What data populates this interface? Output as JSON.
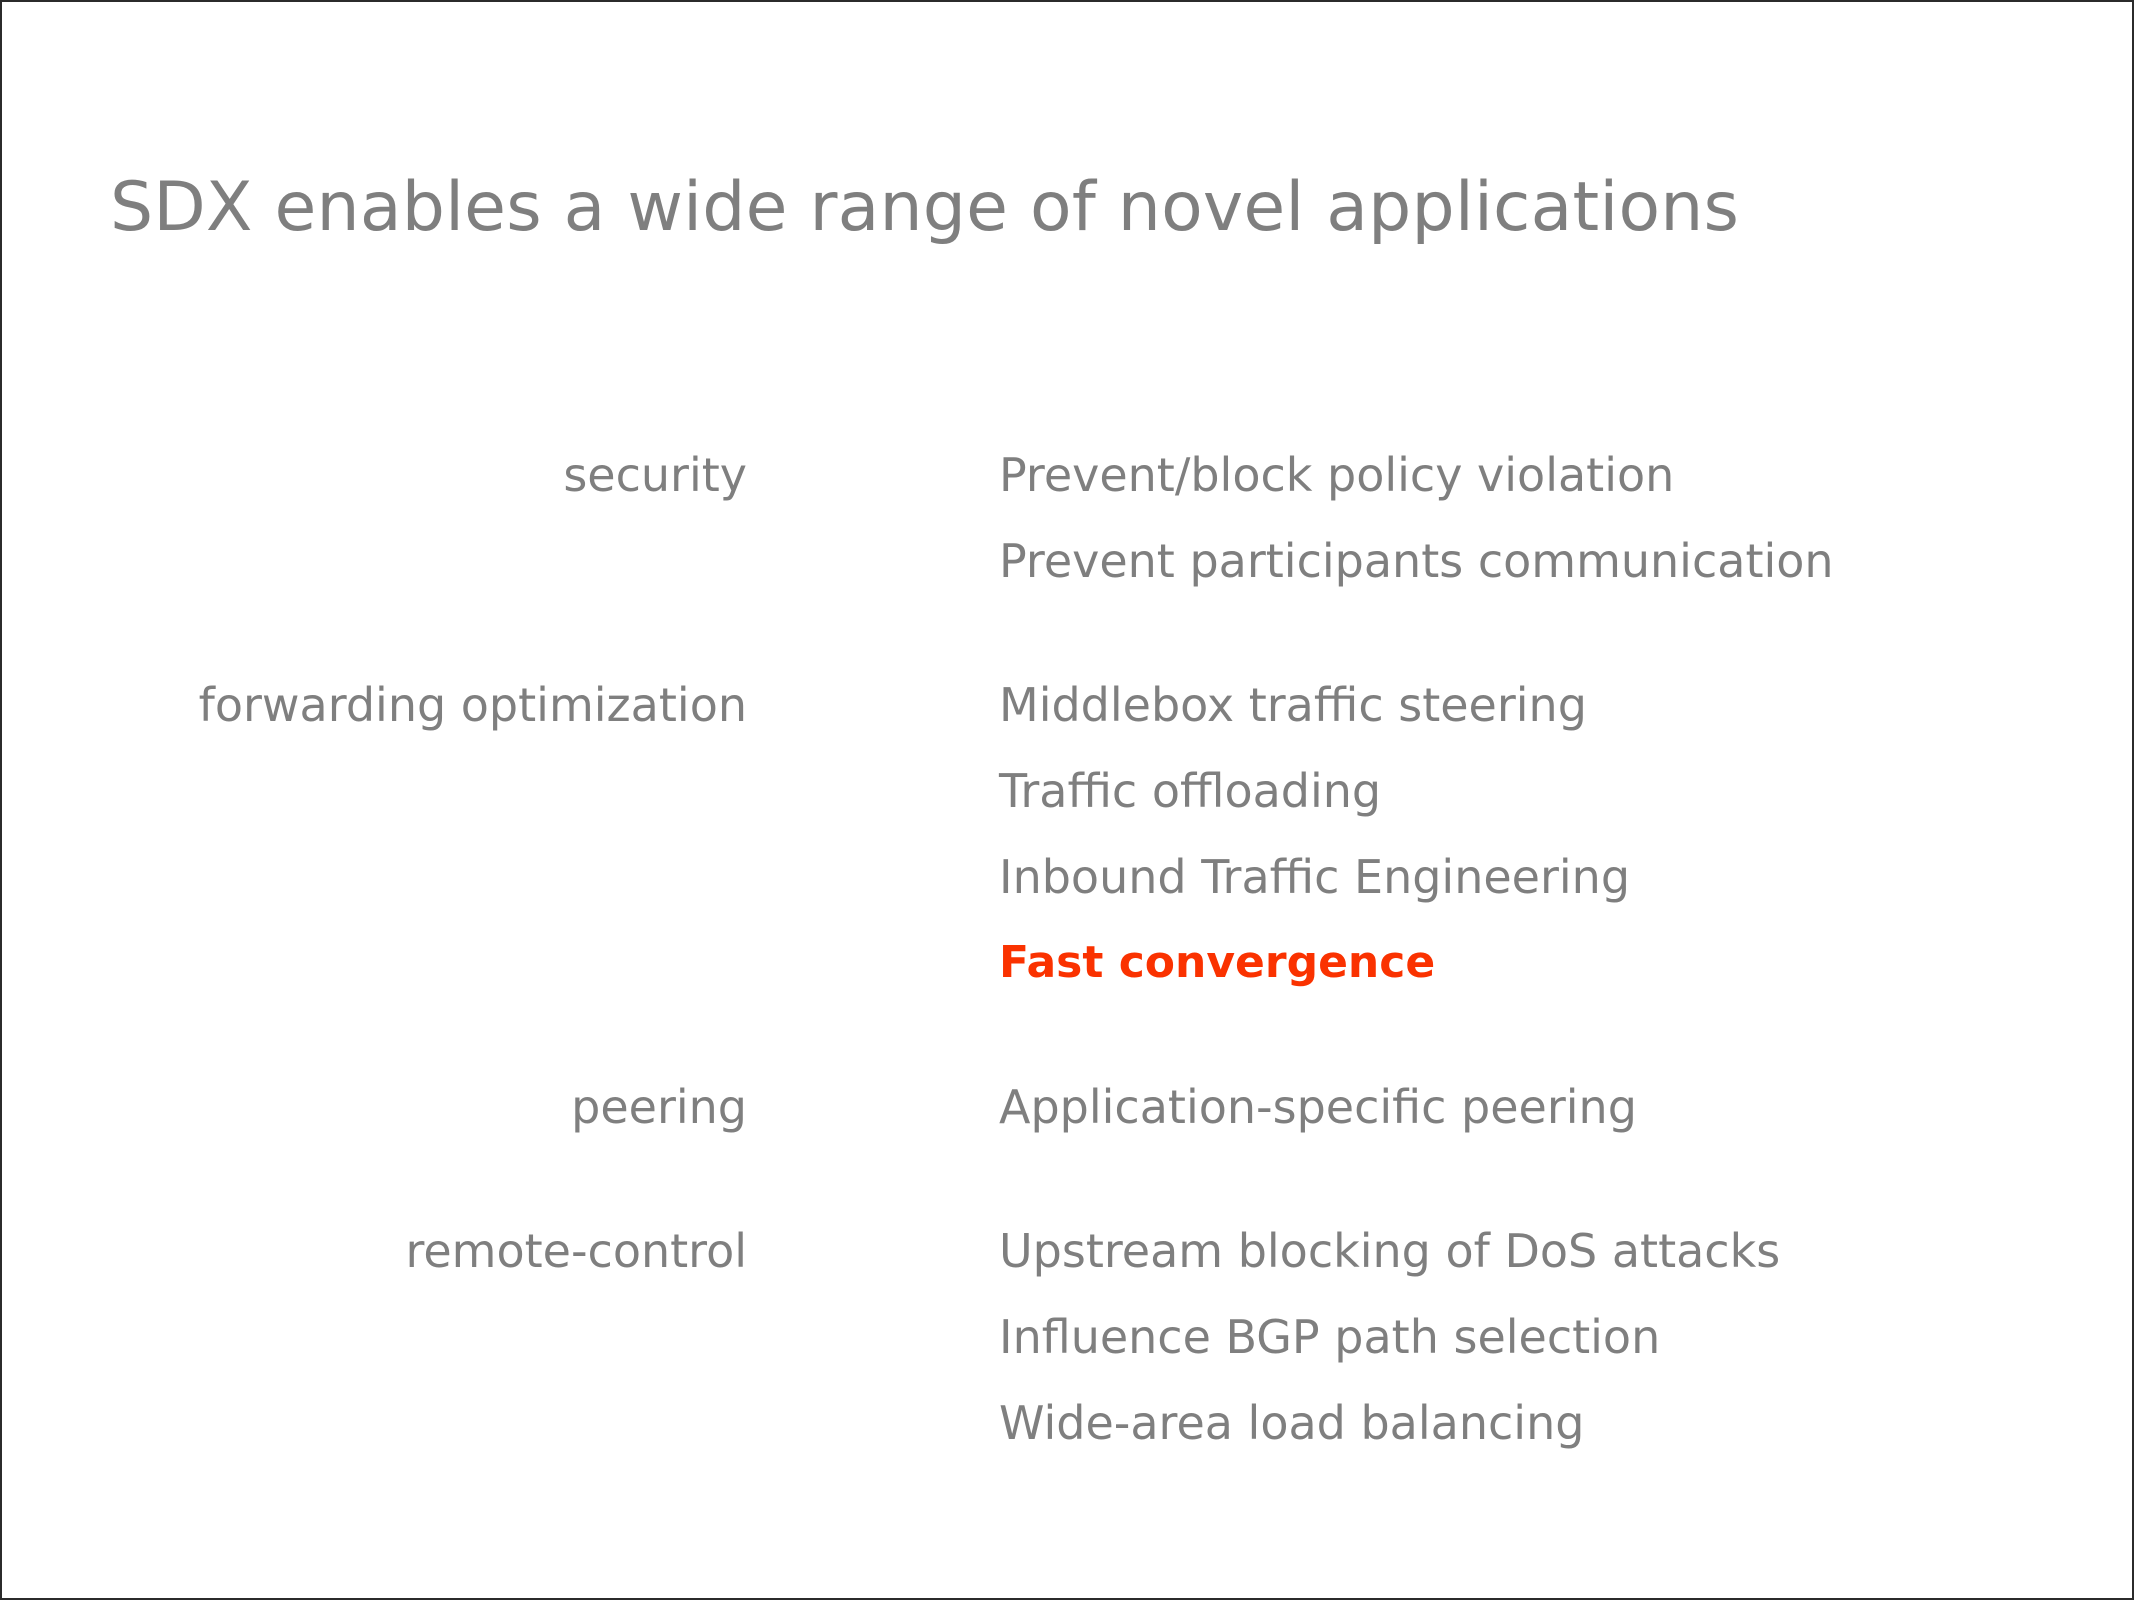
{
  "slide": {
    "title": "SDX enables a wide range of novel applications",
    "colors": {
      "text_gray": "#7f7f7f",
      "highlight_red": "#fa3200",
      "background": "#ffffff",
      "border": "#2b2b2b"
    },
    "groups": [
      {
        "label": "security",
        "items": [
          {
            "text": "Prevent/block policy violation",
            "highlight": false
          },
          {
            "text": "Prevent participants communication",
            "highlight": false
          }
        ]
      },
      {
        "label": "forwarding optimization",
        "items": [
          {
            "text": "Middlebox traffic steering",
            "highlight": false
          },
          {
            "text": "Traffic offloading",
            "highlight": false
          },
          {
            "text": "Inbound Traffic Engineering",
            "highlight": false
          },
          {
            "text": "Fast convergence",
            "highlight": true
          }
        ]
      },
      {
        "label": "peering",
        "items": [
          {
            "text": "Application-specific peering",
            "highlight": false
          }
        ]
      },
      {
        "label": "remote-control",
        "items": [
          {
            "text": "Upstream blocking of DoS attacks",
            "highlight": false
          },
          {
            "text": "Influence BGP path selection",
            "highlight": false
          },
          {
            "text": "Wide-area load balancing",
            "highlight": false
          }
        ]
      }
    ]
  }
}
